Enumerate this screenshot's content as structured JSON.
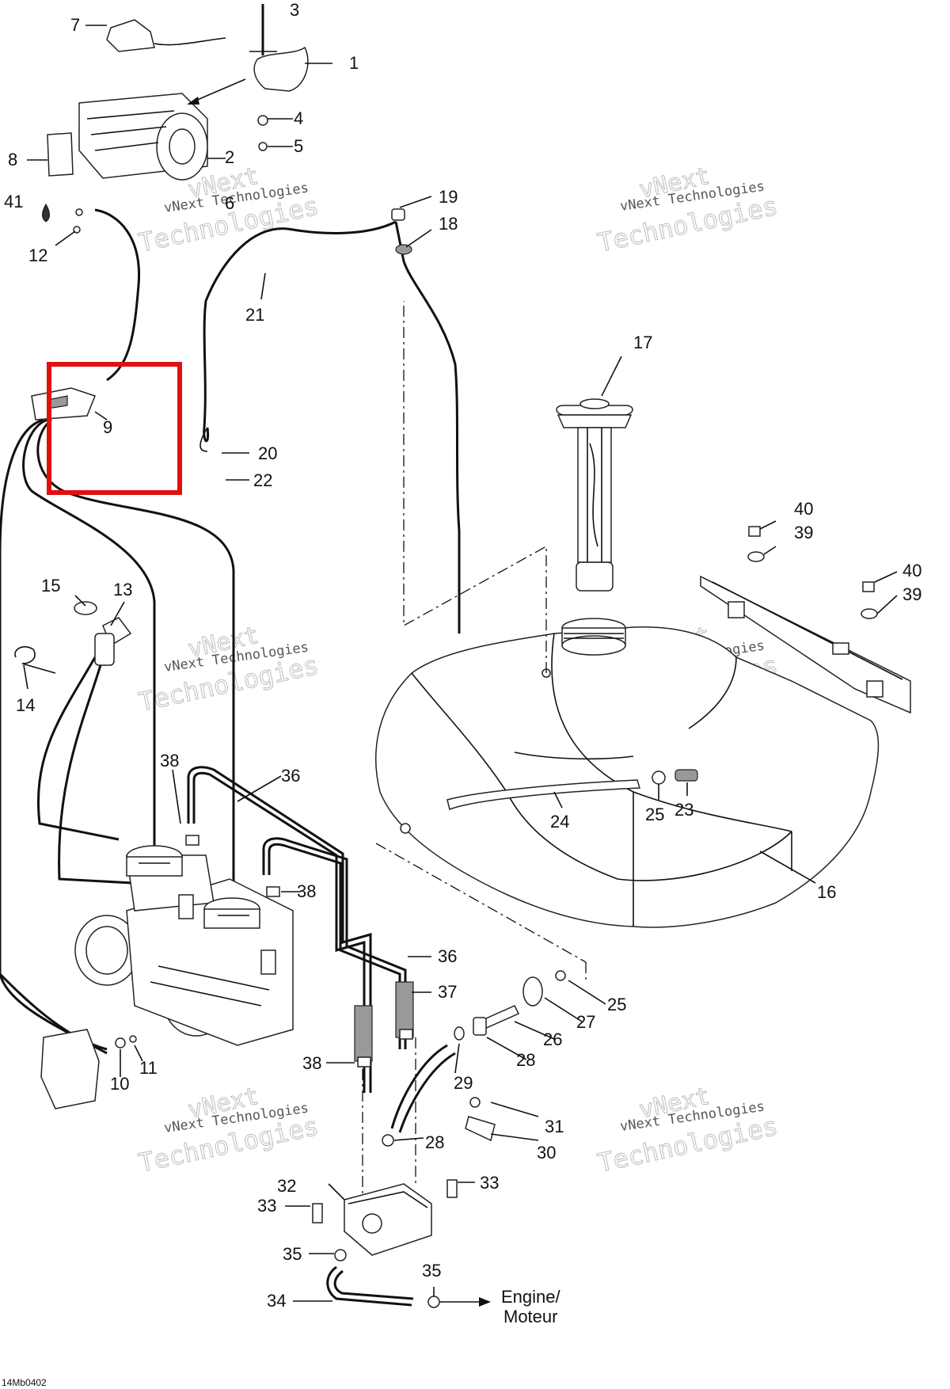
{
  "reference_code": "14Mb0402",
  "watermark": {
    "line1": "vNext",
    "line2": "vNext Technologies",
    "line3": "Technologies"
  },
  "engine_label": {
    "line1": "Engine/",
    "line2": "Moteur"
  },
  "highlight_color": "#e01010",
  "callouts": {
    "c1": "1",
    "c2": "2",
    "c3": "3",
    "c4": "4",
    "c5": "5",
    "c6": "6",
    "c7": "7",
    "c8": "8",
    "c9": "9",
    "c10": "10",
    "c11": "11",
    "c12": "12",
    "c13": "13",
    "c14": "14",
    "c15": "15",
    "c16": "16",
    "c17": "17",
    "c18": "18",
    "c19": "19",
    "c20": "20",
    "c21": "21",
    "c22": "22",
    "c23": "23",
    "c24": "24",
    "c25a": "25",
    "c25b": "25",
    "c26": "26",
    "c27": "27",
    "c28a": "28",
    "c28b": "28",
    "c29": "29",
    "c30": "30",
    "c31": "31",
    "c32": "32",
    "c33a": "33",
    "c33b": "33",
    "c34": "34",
    "c35a": "35",
    "c35b": "35",
    "c36a": "36",
    "c36b": "36",
    "c37": "37",
    "c38a": "38",
    "c38b": "38",
    "c38c": "38",
    "c39a": "39",
    "c39b": "39",
    "c40a": "40",
    "c40b": "40",
    "c41": "41"
  }
}
